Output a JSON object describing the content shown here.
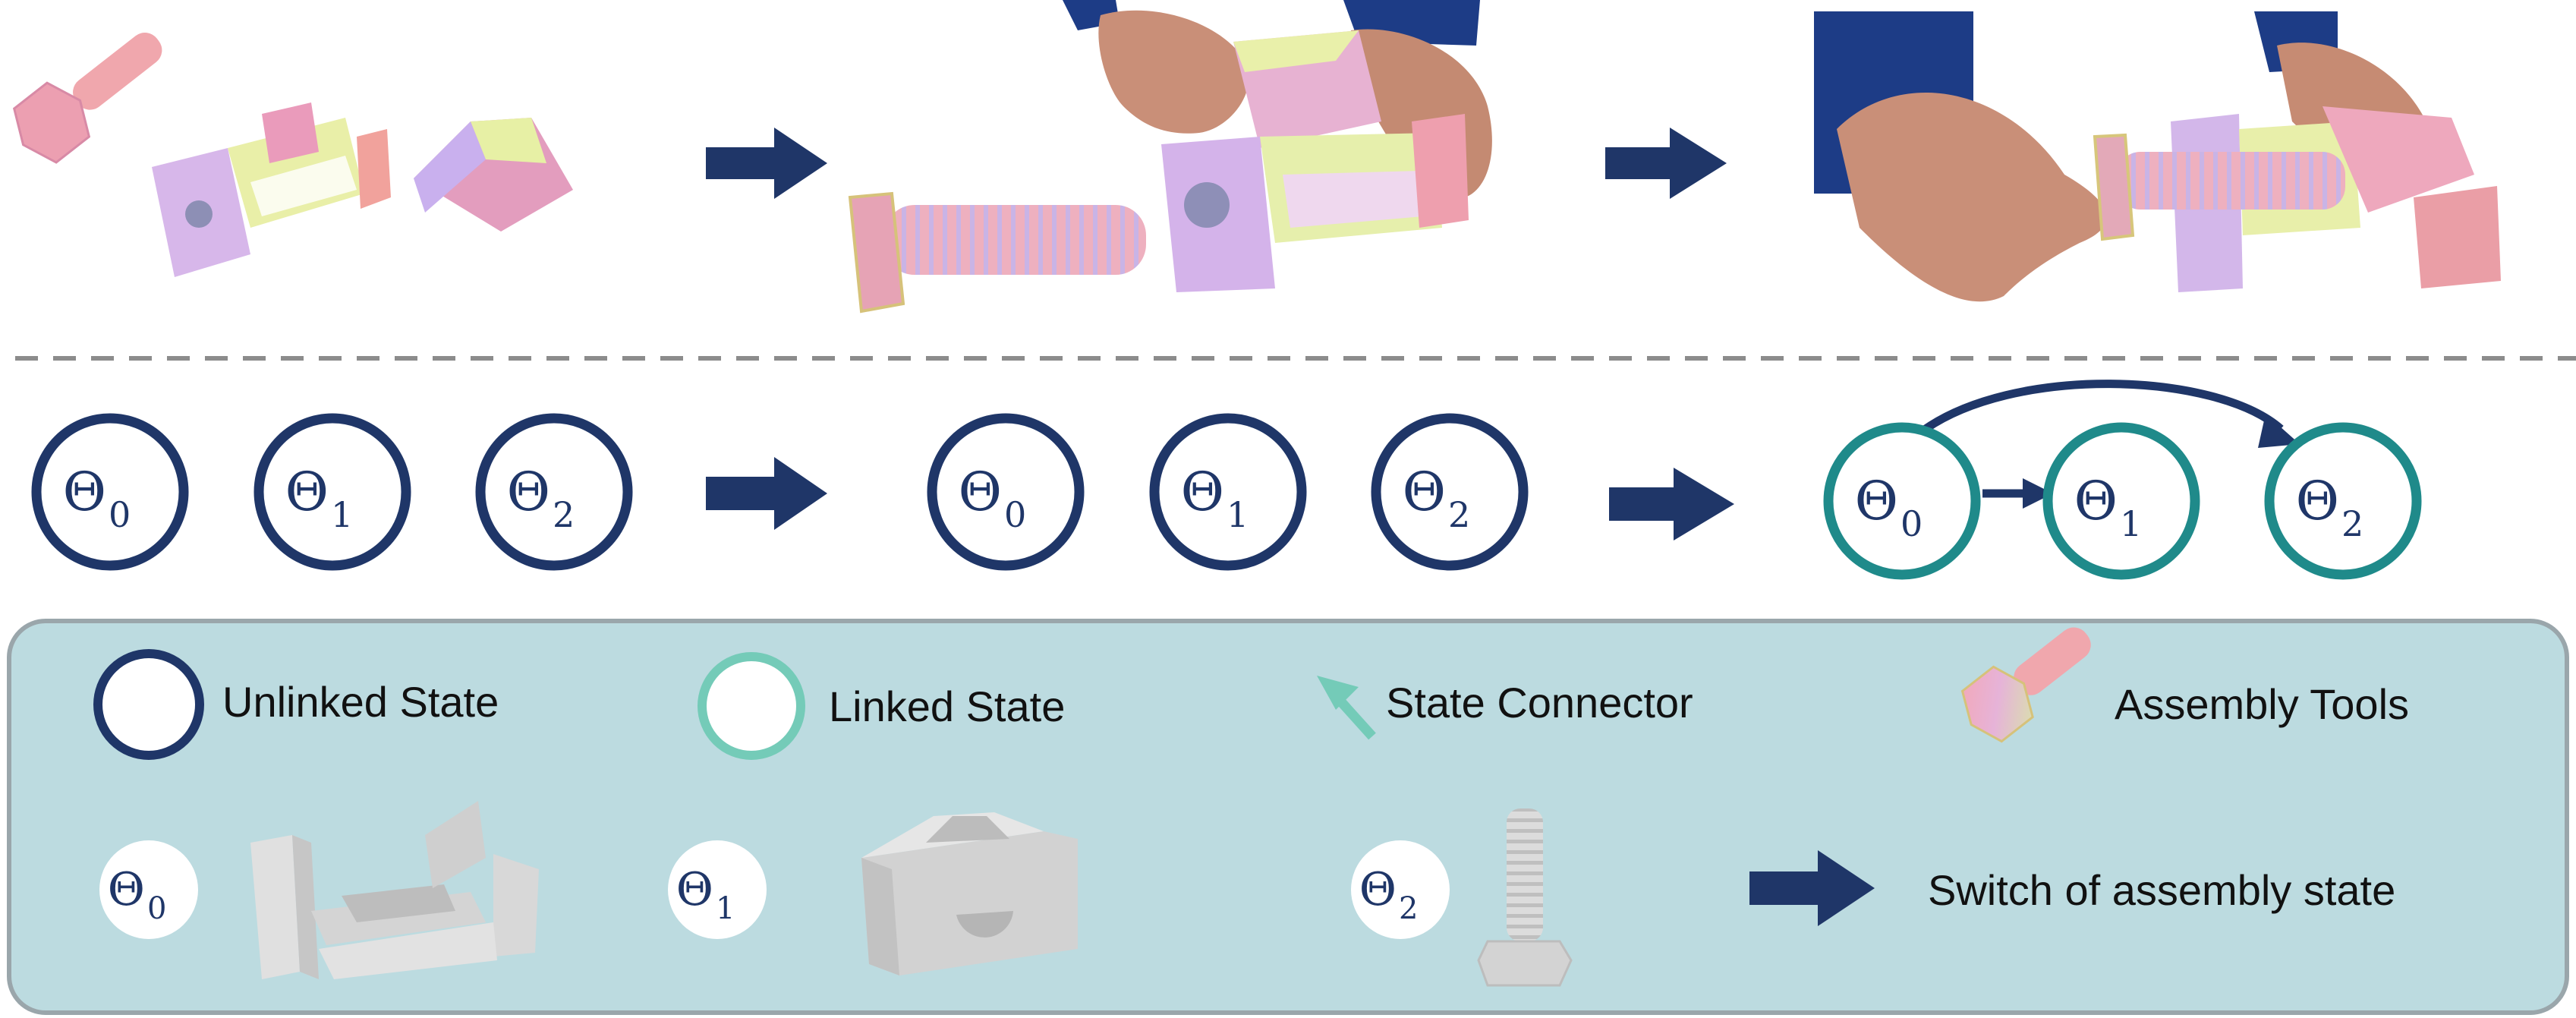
{
  "colors": {
    "navy": "#1f3668",
    "teal": "#1f8a8a",
    "mint": "#74cbb8",
    "legend_bg": "#bcdbe0",
    "legend_border": "#9aa6ab",
    "divider": "#8c8c8c",
    "part_gray": "#d6d6d6"
  },
  "states": {
    "s0": {
      "symbol": "Θ",
      "sub": "0"
    },
    "s1": {
      "symbol": "Θ",
      "sub": "1"
    },
    "s2": {
      "symbol": "Θ",
      "sub": "2"
    }
  },
  "legend": {
    "unlinked_label": "Unlinked State",
    "linked_label": "Linked State",
    "connector_label": "State Connector",
    "tools_label": "Assembly Tools",
    "switch_label": "Switch of assembly state"
  },
  "icons": {
    "top_row": [
      "loose-parts-photo",
      "hands-assembling-photo",
      "hands-assembled-clamp-photo"
    ],
    "arrows": "right-arrow-icon",
    "legend_parts": [
      "frame-part-icon",
      "wedge-part-icon",
      "bolt-part-icon"
    ]
  }
}
